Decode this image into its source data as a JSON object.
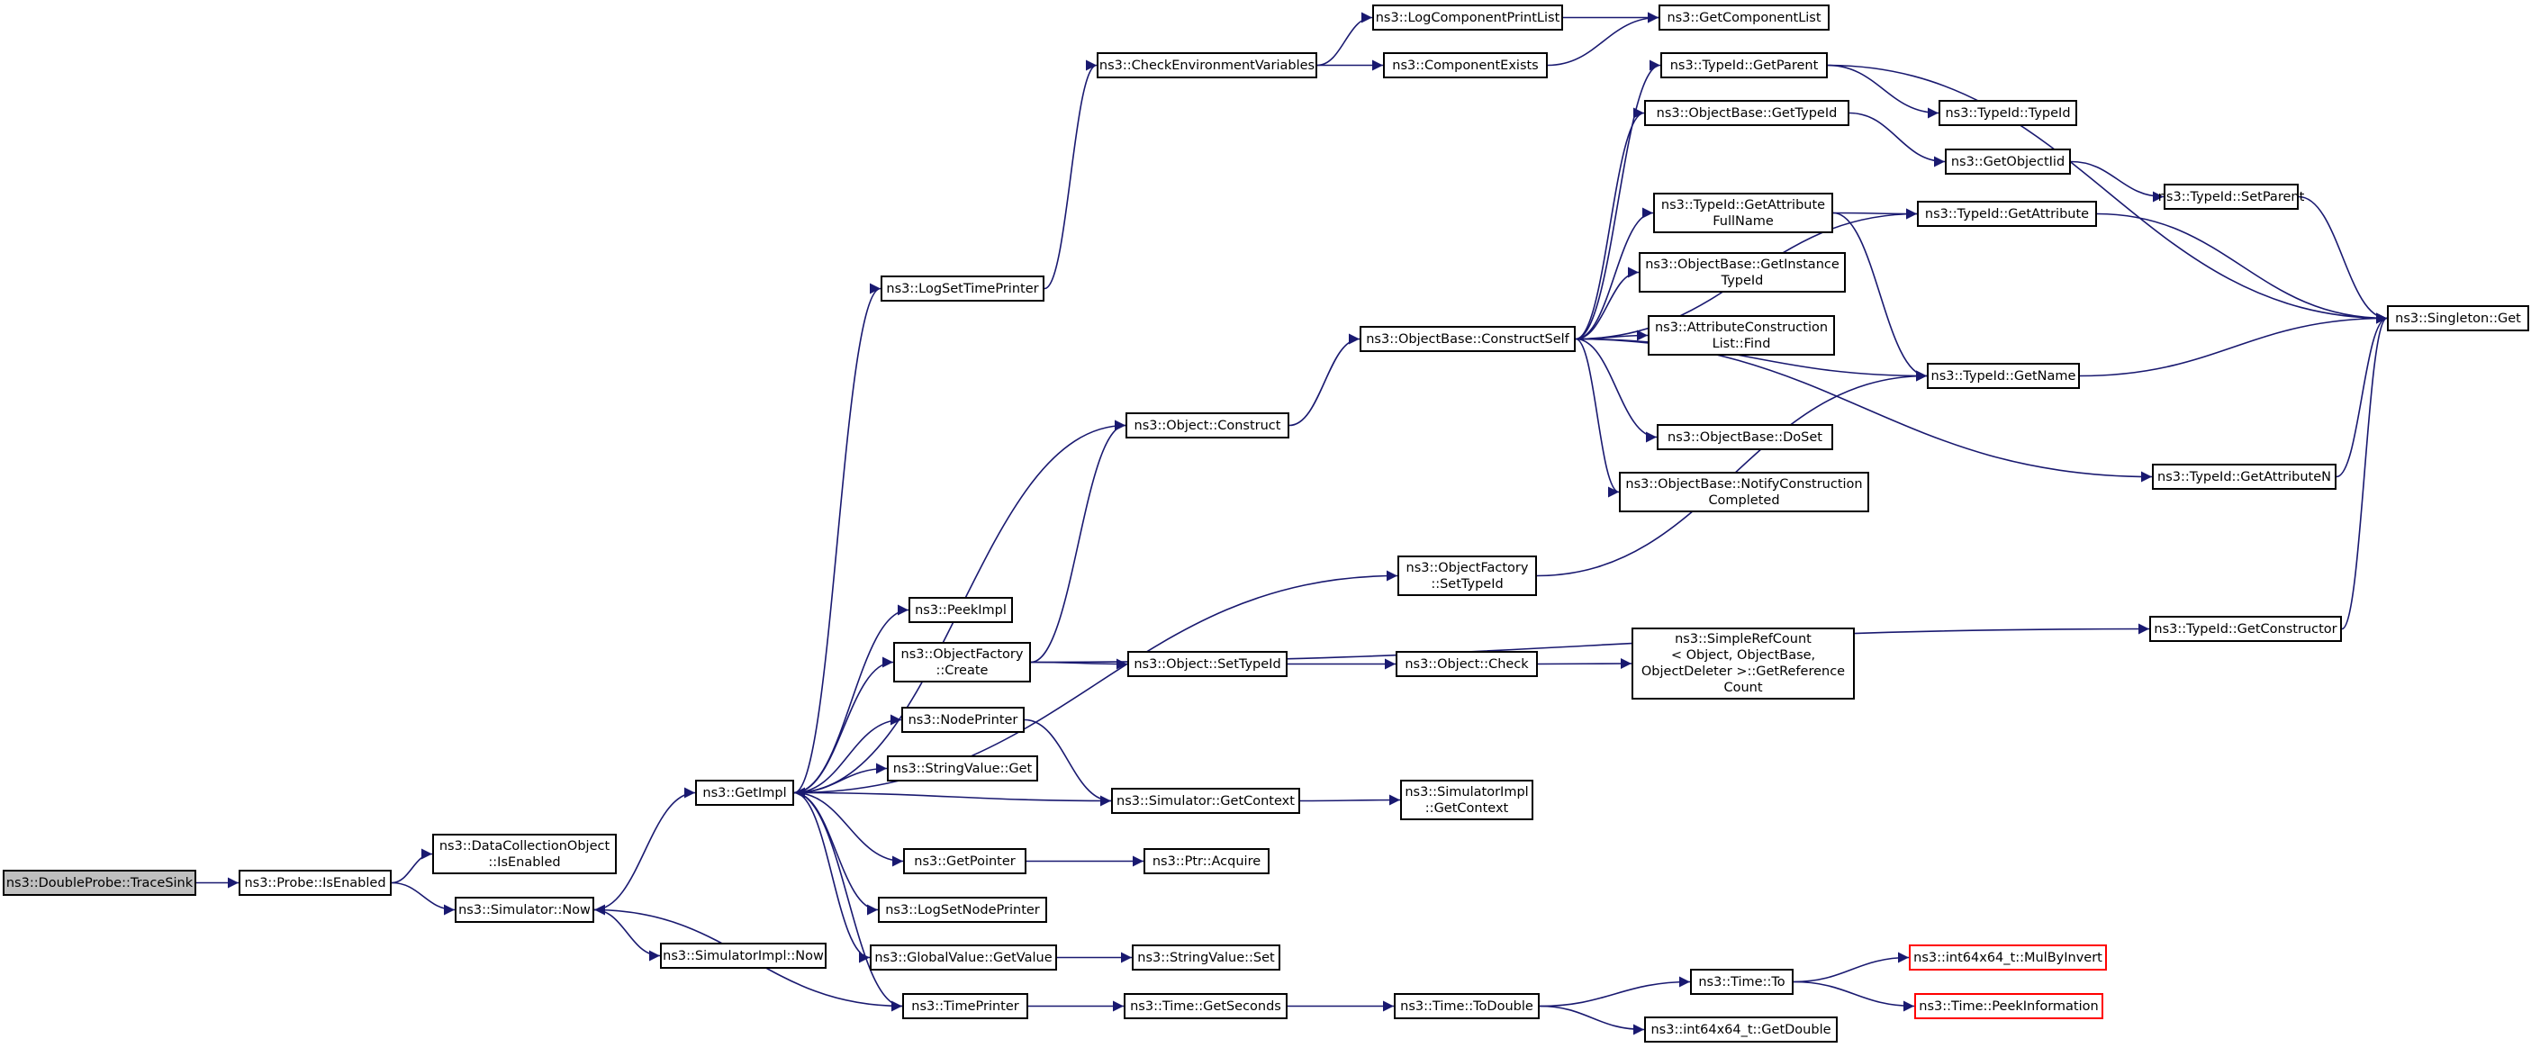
{
  "graph": {
    "colors": {
      "edge": "#191970",
      "node_border": "#000000",
      "root_fill": "#bfbfbf",
      "external_border": "#ff0000"
    },
    "nodes": [
      {
        "id": "traceSink",
        "label": "ns3::DoubleProbe::TraceSink",
        "type": "root"
      },
      {
        "id": "isEnabled",
        "label": "ns3::Probe::IsEnabled"
      },
      {
        "id": "dcoIsEnabled",
        "label": "ns3::DataCollectionObject\n::IsEnabled"
      },
      {
        "id": "simNow",
        "label": "ns3::Simulator::Now"
      },
      {
        "id": "getImpl",
        "label": "ns3::GetImpl"
      },
      {
        "id": "simImplNow",
        "label": "ns3::SimulatorImpl::Now"
      },
      {
        "id": "logSetTimePrinter",
        "label": "ns3::LogSetTimePrinter"
      },
      {
        "id": "checkEnv",
        "label": "ns3::CheckEnvironmentVariables"
      },
      {
        "id": "logCompPrintList",
        "label": "ns3::LogComponentPrintList"
      },
      {
        "id": "getCompList",
        "label": "ns3::GetComponentList"
      },
      {
        "id": "compExists",
        "label": "ns3::ComponentExists"
      },
      {
        "id": "objConstruct",
        "label": "ns3::Object::Construct"
      },
      {
        "id": "constructSelf",
        "label": "ns3::ObjectBase::ConstructSelf"
      },
      {
        "id": "typeGetParent",
        "label": "ns3::TypeId::GetParent"
      },
      {
        "id": "obGetTypeId",
        "label": "ns3::ObjectBase::GetTypeId"
      },
      {
        "id": "typeIdCtor",
        "label": "ns3::TypeId::TypeId"
      },
      {
        "id": "getObjectIid",
        "label": "ns3::GetObjectIid"
      },
      {
        "id": "typeSetParent",
        "label": "ns3::TypeId::SetParent"
      },
      {
        "id": "getAttrFullName",
        "label": "ns3::TypeId::GetAttribute\nFullName"
      },
      {
        "id": "typeGetAttribute",
        "label": "ns3::TypeId::GetAttribute"
      },
      {
        "id": "singletonGet",
        "label": "ns3::Singleton::Get"
      },
      {
        "id": "getInstanceTypeId",
        "label": "ns3::ObjectBase::GetInstance\nTypeId"
      },
      {
        "id": "acListFind",
        "label": "ns3::AttributeConstruction\nList::Find"
      },
      {
        "id": "typeGetName",
        "label": "ns3::TypeId::GetName"
      },
      {
        "id": "obDoSet",
        "label": "ns3::ObjectBase::DoSet"
      },
      {
        "id": "notifyCC",
        "label": "ns3::ObjectBase::NotifyConstruction\nCompleted"
      },
      {
        "id": "typeGetAttributeN",
        "label": "ns3::TypeId::GetAttributeN"
      },
      {
        "id": "ofSetTypeId",
        "label": "ns3::ObjectFactory\n::SetTypeId"
      },
      {
        "id": "peekImpl",
        "label": "ns3::PeekImpl"
      },
      {
        "id": "ofCreate",
        "label": "ns3::ObjectFactory\n::Create"
      },
      {
        "id": "objSetTypeId",
        "label": "ns3::Object::SetTypeId"
      },
      {
        "id": "objCheck",
        "label": "ns3::Object::Check"
      },
      {
        "id": "simpleRefCount",
        "label": "ns3::SimpleRefCount\n< Object, ObjectBase,\n ObjectDeleter >::GetReference\nCount"
      },
      {
        "id": "typeGetConstructor",
        "label": "ns3::TypeId::GetConstructor"
      },
      {
        "id": "nodePrinter",
        "label": "ns3::NodePrinter"
      },
      {
        "id": "stringValueGet",
        "label": "ns3::StringValue::Get"
      },
      {
        "id": "simGetContext",
        "label": "ns3::Simulator::GetContext"
      },
      {
        "id": "simImplGetContext",
        "label": "ns3::SimulatorImpl\n::GetContext"
      },
      {
        "id": "getPointer",
        "label": "ns3::GetPointer"
      },
      {
        "id": "ptrAcquire",
        "label": "ns3::Ptr::Acquire"
      },
      {
        "id": "logSetNodePrinter",
        "label": "ns3::LogSetNodePrinter"
      },
      {
        "id": "gvGetValue",
        "label": "ns3::GlobalValue::GetValue"
      },
      {
        "id": "stringValueSet",
        "label": "ns3::StringValue::Set"
      },
      {
        "id": "timePrinter",
        "label": "ns3::TimePrinter"
      },
      {
        "id": "timeGetSeconds",
        "label": "ns3::Time::GetSeconds"
      },
      {
        "id": "timeToDouble",
        "label": "ns3::Time::ToDouble"
      },
      {
        "id": "timeTo",
        "label": "ns3::Time::To"
      },
      {
        "id": "mulByInvert",
        "label": "ns3::int64x64_t::MulByInvert",
        "type": "external"
      },
      {
        "id": "peekInformation",
        "label": "ns3::Time::PeekInformation",
        "type": "external"
      },
      {
        "id": "int64GetDouble",
        "label": "ns3::int64x64_t::GetDouble"
      }
    ],
    "edges": [
      [
        "traceSink",
        "isEnabled"
      ],
      [
        "isEnabled",
        "dcoIsEnabled"
      ],
      [
        "isEnabled",
        "simNow"
      ],
      [
        "simNow",
        "getImpl"
      ],
      [
        "simNow",
        "simImplNow"
      ],
      [
        "getImpl",
        "logSetTimePrinter"
      ],
      [
        "getImpl",
        "objConstruct"
      ],
      [
        "getImpl",
        "ofSetTypeId"
      ],
      [
        "getImpl",
        "peekImpl"
      ],
      [
        "getImpl",
        "ofCreate"
      ],
      [
        "getImpl",
        "nodePrinter"
      ],
      [
        "getImpl",
        "stringValueGet"
      ],
      [
        "getImpl",
        "getPointer"
      ],
      [
        "getImpl",
        "logSetNodePrinter"
      ],
      [
        "getImpl",
        "gvGetValue"
      ],
      [
        "getImpl",
        "timePrinter"
      ],
      [
        "logSetTimePrinter",
        "checkEnv"
      ],
      [
        "checkEnv",
        "logCompPrintList"
      ],
      [
        "checkEnv",
        "compExists"
      ],
      [
        "logCompPrintList",
        "getCompList"
      ],
      [
        "compExists",
        "getCompList"
      ],
      [
        "objConstruct",
        "constructSelf"
      ],
      [
        "constructSelf",
        "typeGetParent"
      ],
      [
        "constructSelf",
        "obGetTypeId"
      ],
      [
        "constructSelf",
        "typeGetAttribute"
      ],
      [
        "constructSelf",
        "getAttrFullName"
      ],
      [
        "constructSelf",
        "getInstanceTypeId"
      ],
      [
        "constructSelf",
        "acListFind"
      ],
      [
        "constructSelf",
        "typeGetName"
      ],
      [
        "constructSelf",
        "obDoSet"
      ],
      [
        "constructSelf",
        "notifyCC"
      ],
      [
        "constructSelf",
        "typeGetAttributeN"
      ],
      [
        "typeGetParent",
        "typeIdCtor"
      ],
      [
        "typeGetParent",
        "singletonGet"
      ],
      [
        "obGetTypeId",
        "getObjectIid"
      ],
      [
        "getObjectIid",
        "typeSetParent"
      ],
      [
        "typeSetParent",
        "singletonGet"
      ],
      [
        "getAttrFullName",
        "typeGetAttribute"
      ],
      [
        "getAttrFullName",
        "typeGetName"
      ],
      [
        "typeGetAttribute",
        "singletonGet"
      ],
      [
        "typeGetName",
        "singletonGet"
      ],
      [
        "typeGetAttributeN",
        "singletonGet"
      ],
      [
        "typeGetConstructor",
        "singletonGet"
      ],
      [
        "ofSetTypeId",
        "typeGetName"
      ],
      [
        "ofCreate",
        "objConstruct"
      ],
      [
        "ofCreate",
        "objSetTypeId"
      ],
      [
        "ofCreate",
        "typeGetConstructor"
      ],
      [
        "objSetTypeId",
        "objCheck"
      ],
      [
        "objCheck",
        "simpleRefCount"
      ],
      [
        "nodePrinter",
        "simGetContext"
      ],
      [
        "simGetContext",
        "getImpl"
      ],
      [
        "simGetContext",
        "simImplGetContext"
      ],
      [
        "getPointer",
        "ptrAcquire"
      ],
      [
        "gvGetValue",
        "stringValueSet"
      ],
      [
        "timePrinter",
        "simNow"
      ],
      [
        "timePrinter",
        "timeGetSeconds"
      ],
      [
        "timeGetSeconds",
        "timeToDouble"
      ],
      [
        "timeToDouble",
        "timeTo"
      ],
      [
        "timeToDouble",
        "int64GetDouble"
      ],
      [
        "timeTo",
        "mulByInvert"
      ],
      [
        "timeTo",
        "peekInformation"
      ]
    ]
  }
}
